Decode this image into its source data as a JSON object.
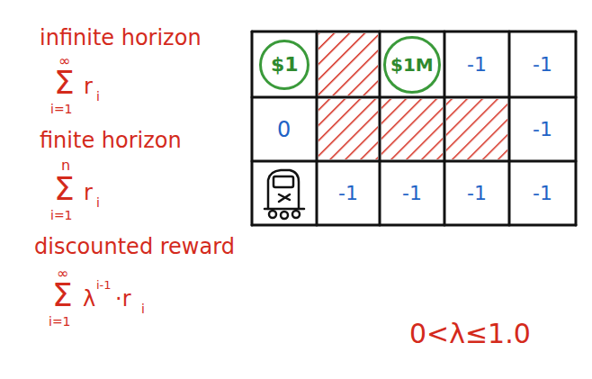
{
  "diagram": {
    "nodes": [
      {
        "text": [
          "$1"
        ]
      },
      {
        "text": [
          "$1M"
        ]
      }
    ],
    "labels": [
      "infinite horizon",
      "∞",
      "Σ",
      "i=1",
      "r",
      "i",
      "finite horizon",
      "n",
      "Σ",
      "i=1",
      "r",
      "i",
      "discounted reward",
      "∞",
      "Σ",
      "i=1",
      "λ",
      "i-1",
      "·r",
      "i",
      "-1",
      "-1",
      "0",
      "-1",
      "-1",
      "-1",
      "-1",
      "-1",
      "0<λ≤1.0"
    ]
  }
}
